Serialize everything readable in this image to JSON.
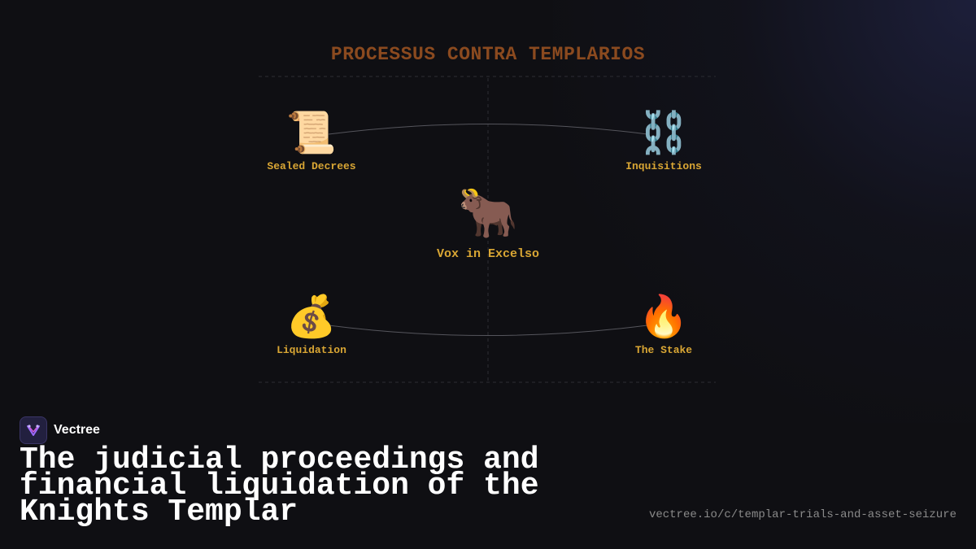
{
  "diagram": {
    "title": "PROCESSUS CONTRA TEMPLARIOS",
    "center": {
      "icon": "bull-icon",
      "emoji": "🐂",
      "label": "Vox in Excelso"
    },
    "nodes": [
      {
        "icon": "scroll-icon",
        "emoji": "📜",
        "label": "Sealed Decrees"
      },
      {
        "icon": "chains-icon",
        "emoji": "⛓️",
        "label": "Inquisitions"
      },
      {
        "icon": "money-bag-icon",
        "emoji": "💰",
        "label": "Liquidation"
      },
      {
        "icon": "fire-icon",
        "emoji": "🔥",
        "label": "The Stake"
      }
    ]
  },
  "brand": {
    "name": "Vectree",
    "logo_icon": "vectree-logo-icon"
  },
  "headline": "The judicial proceedings and financial liquidation of the Knights Templar",
  "url": "vectree.io/c/templar-trials-and-asset-seizure",
  "colors": {
    "title": "#8b4a1f",
    "label": "#d9a634",
    "background": "#0f0f13"
  }
}
